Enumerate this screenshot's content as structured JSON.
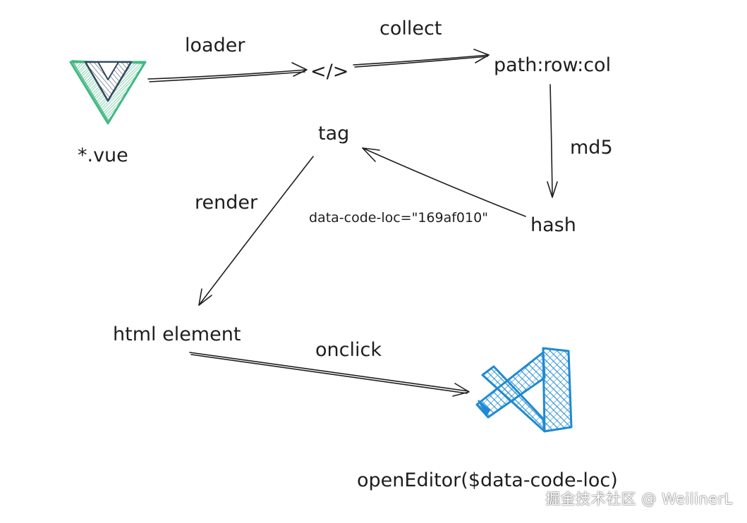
{
  "nodes": {
    "vue_file": "*.vue",
    "code": "</>",
    "path_row_col": "path:row:col",
    "tag": "tag",
    "hash": "hash",
    "attribute": "data-code-loc=\"169af010\"",
    "html_element": "html element",
    "open_editor": "openEditor($data-code-loc)"
  },
  "edges": {
    "loader": "loader",
    "collect": "collect",
    "md5": "md5",
    "render": "render",
    "onclick": "onclick"
  },
  "icons": {
    "vue_logo": "vue-logo-icon",
    "vscode_logo": "vscode-logo-icon"
  },
  "colors": {
    "vue_green": "#41b883",
    "vue_dark": "#34495e",
    "vscode_blue": "#1f8ad2",
    "ink": "#1e1e1e"
  },
  "watermark": "掘金技术社区 @ WeilinerL"
}
